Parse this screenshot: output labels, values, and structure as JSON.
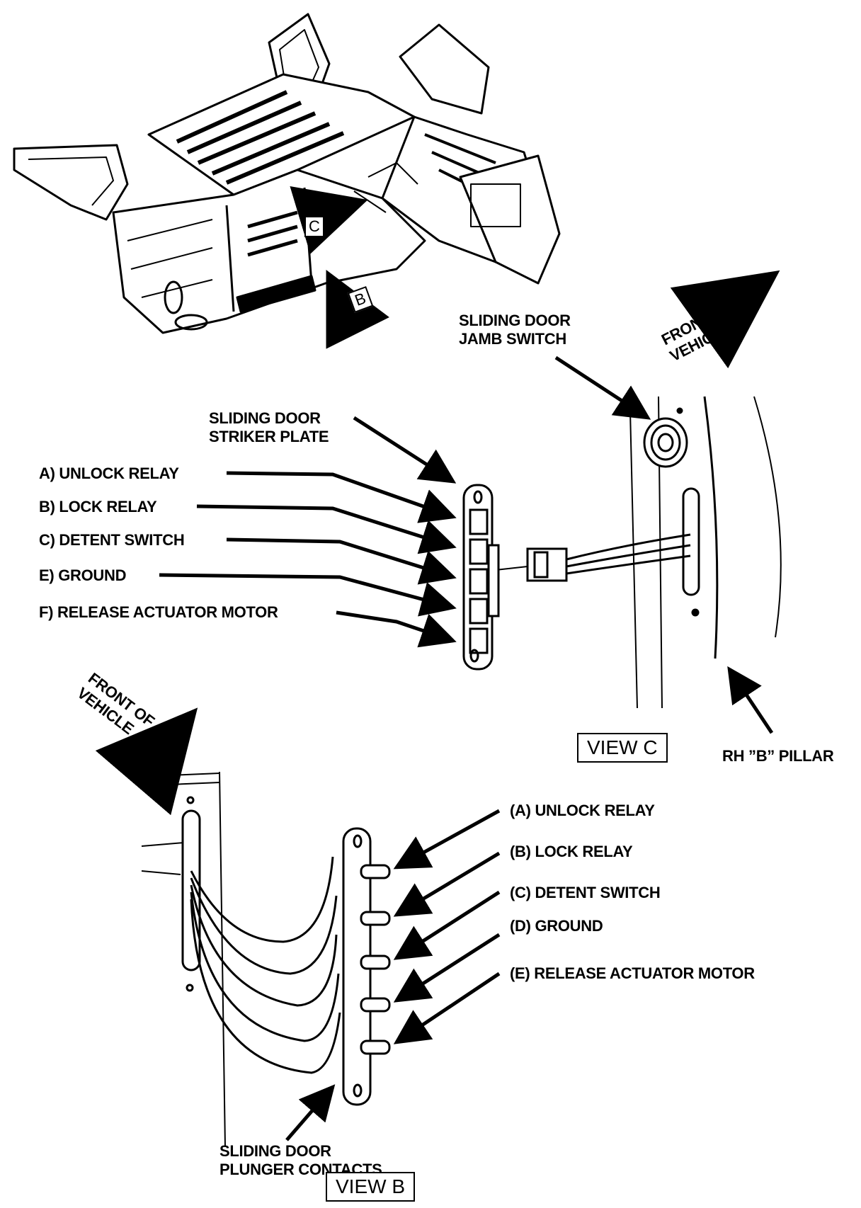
{
  "labels": {
    "jamb_switch": "SLIDING DOOR\nJAMB SWITCH",
    "striker_plate": "SLIDING DOOR\nSTRIKER PLATE",
    "front_of_vehicle_top": "FRONT OF\nVEHICLE",
    "front_of_vehicle_bottom": "FRONT OF\nVEHICLE",
    "rh_b_pillar": "RH ”B” PILLAR",
    "plunger_contacts": "SLIDING DOOR\nPLUNGER CONTACTS",
    "view_c": "VIEW C",
    "view_b": "VIEW B",
    "callout_c": "C",
    "callout_b": "B"
  },
  "view_c_terminals": [
    "A)  UNLOCK RELAY",
    "B)  LOCK RELAY",
    "C)  DETENT SWITCH",
    "E)  GROUND",
    "F)  RELEASE ACTUATOR MOTOR"
  ],
  "view_b_terminals": [
    "(A) UNLOCK RELAY",
    "(B) LOCK RELAY",
    "(C) DETENT SWITCH",
    "(D) GROUND",
    "(E) RELEASE ACTUATOR MOTOR"
  ]
}
